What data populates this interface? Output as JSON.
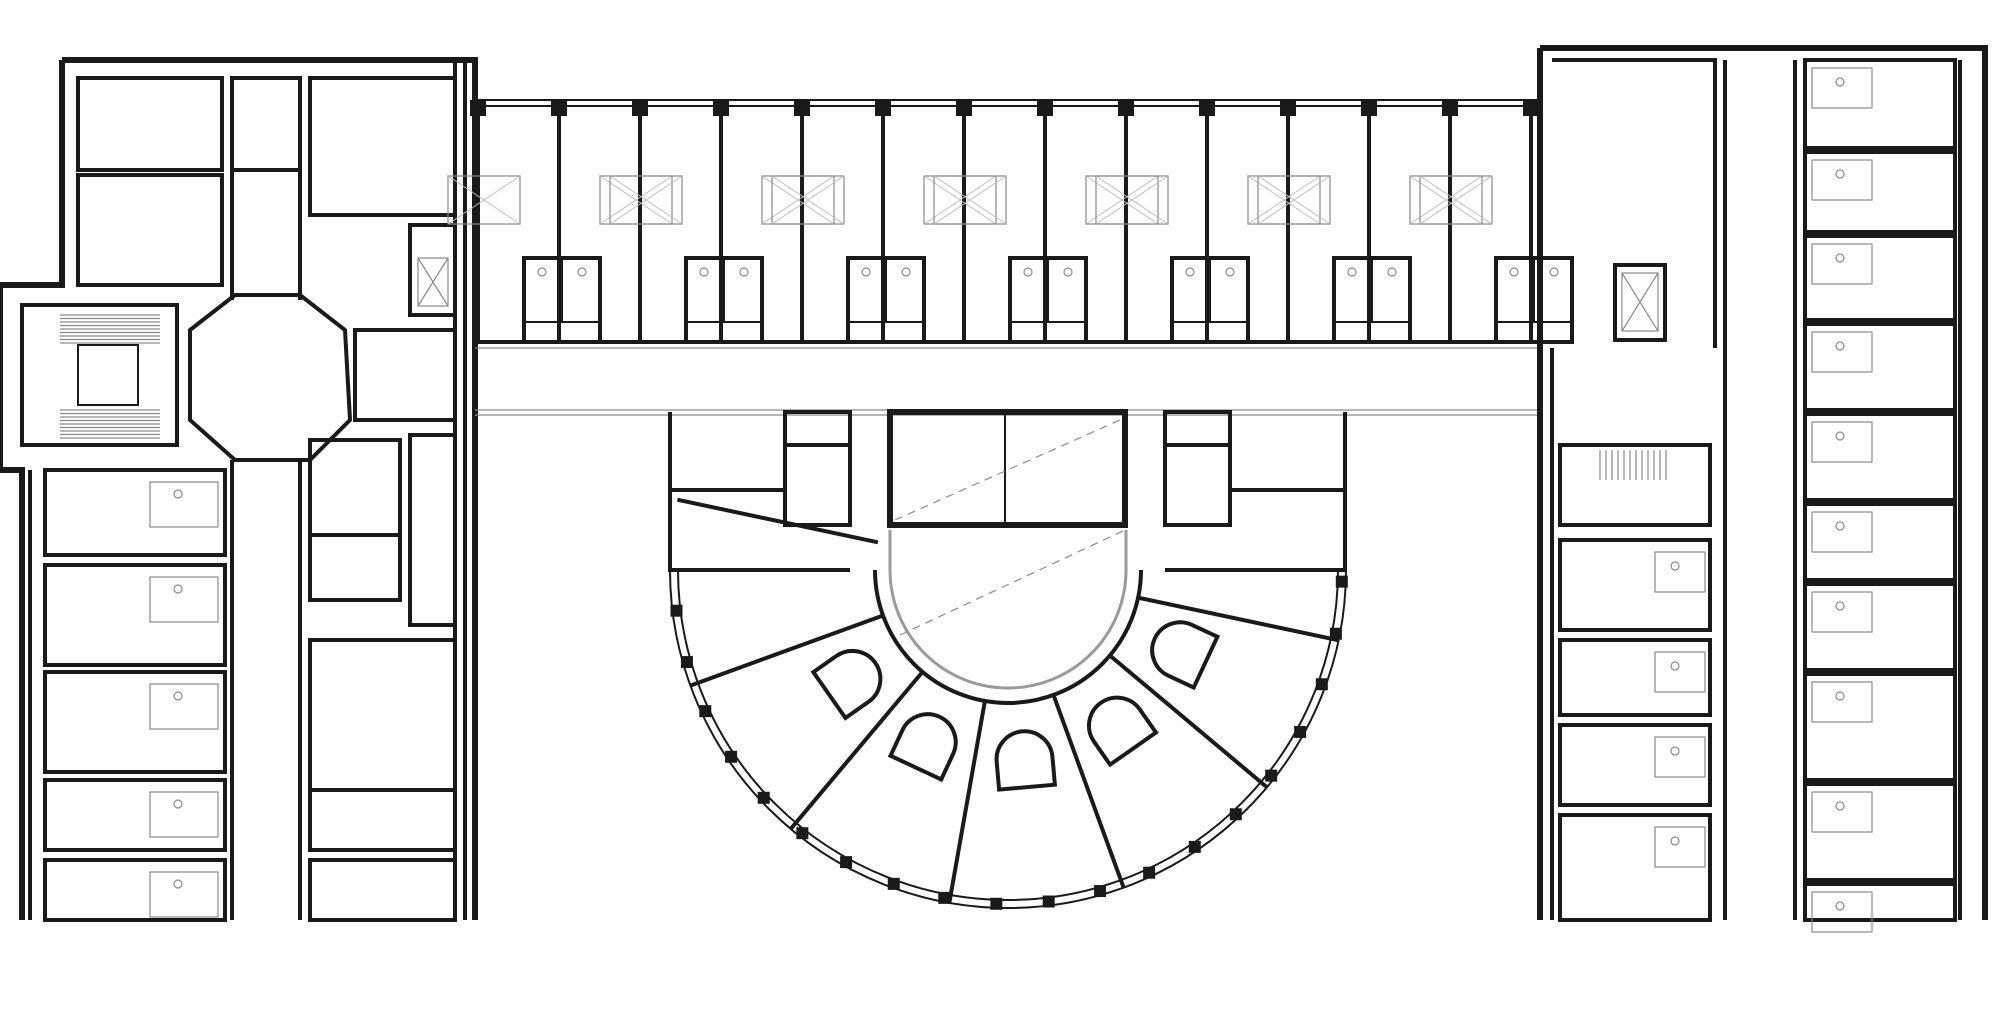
{
  "drawing": {
    "type": "architectural-floor-plan",
    "background_color": "#ffffff",
    "wall_color": "#1a1a1a",
    "fixture_color": "#8a8a8a",
    "light_line_color": "#bdbdbd",
    "wings": [
      "west-wing",
      "north-corridor-wing",
      "semicircular-rotunda-wing",
      "east-wing"
    ],
    "stairs_count": 2,
    "elevator_count": 3
  }
}
